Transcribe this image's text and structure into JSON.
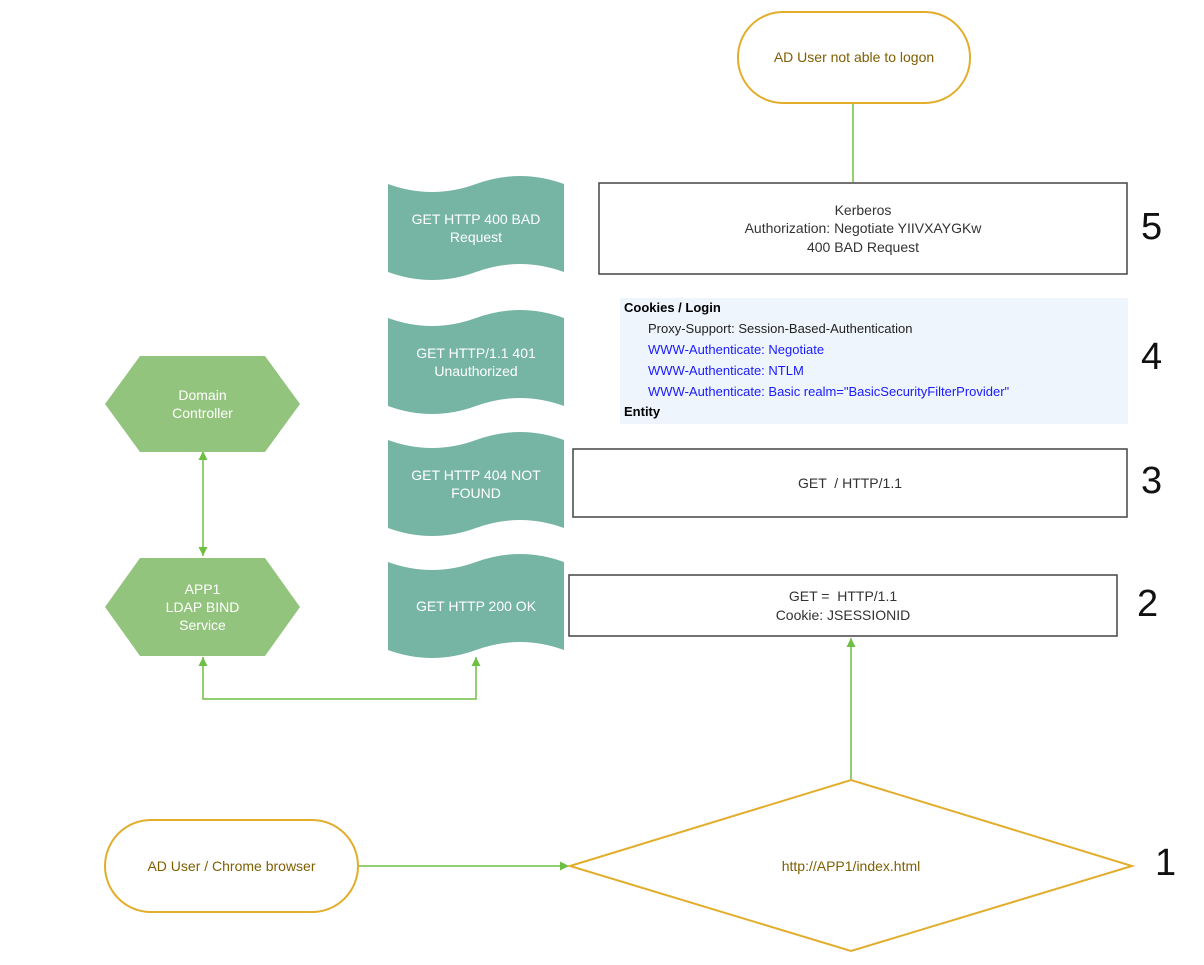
{
  "colors": {
    "terminal_stroke": "#e2ad2b",
    "terminal_text": "#7f5f00",
    "hexagon_fill": "#93c47d",
    "tape_fill": "#76b5a3",
    "connector": "#6fbf44",
    "box_stroke": "#444444",
    "panel_bg": "#eef5fc",
    "header_link": "#1a1aff"
  },
  "nodes": {
    "start_terminal": {
      "text": "AD User not able to logon"
    },
    "browser_terminal": {
      "text": "AD User / Chrome browser"
    },
    "url_decision": {
      "text": "http://APP1/index.html"
    },
    "domain_controller": {
      "lines": [
        "Domain",
        "Controller"
      ]
    },
    "app1_service": {
      "lines": [
        "APP1",
        "LDAP BIND",
        "Service"
      ]
    }
  },
  "requests": [
    {
      "lines": [
        "GET  HTTP 400 BAD",
        "Request"
      ]
    },
    {
      "lines": [
        "GET HTTP/1.1 401",
        "Unauthorized"
      ]
    },
    {
      "lines": [
        "GET  HTTP 404 NOT",
        "FOUND"
      ]
    },
    {
      "lines": [
        "GET  HTTP 200 OK"
      ]
    }
  ],
  "details": {
    "kerberos": [
      "Kerberos",
      "Authorization: Negotiate YIIVXAYGKw",
      "400 BAD Request"
    ],
    "get_root": [
      "GET  / HTTP/1.1"
    ],
    "session": [
      "GET =  HTTP/1.1",
      "Cookie: JSESSIONID"
    ]
  },
  "cookie_panel": {
    "title": "Cookies / Login",
    "proxy_key": "Proxy-Support: ",
    "proxy_value": "Session-Based-Authentication",
    "auth_lines": [
      "WWW-Authenticate: Negotiate",
      "WWW-Authenticate: NTLM",
      "WWW-Authenticate: Basic realm=\"BasicSecurityFilterProvider\""
    ],
    "footer": "Entity"
  },
  "steps": [
    "1",
    "2",
    "3",
    "4",
    "5"
  ]
}
